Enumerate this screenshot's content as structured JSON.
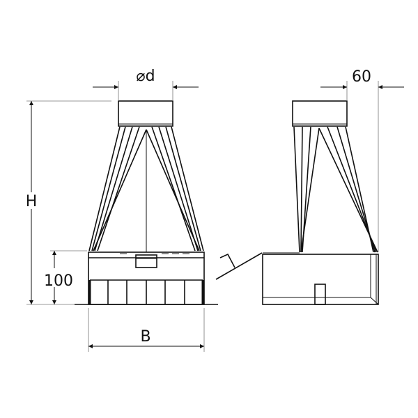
{
  "drawing": {
    "labels": {
      "diameter": "⌀d",
      "offset": "60",
      "height": "H",
      "base_height": "100",
      "width": "B"
    },
    "colors": {
      "line": "#111111",
      "extension": "#777777"
    }
  }
}
